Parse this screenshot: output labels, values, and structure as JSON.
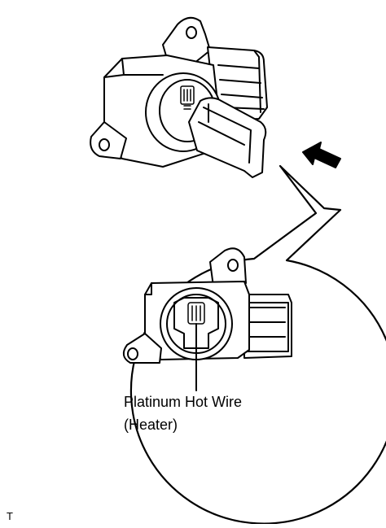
{
  "diagram": {
    "callout_label_line1": "Platinum Hot Wire",
    "callout_label_line2": "(Heater)",
    "corner_mark": "T",
    "arrow_icon": "arrow-left-icon"
  }
}
